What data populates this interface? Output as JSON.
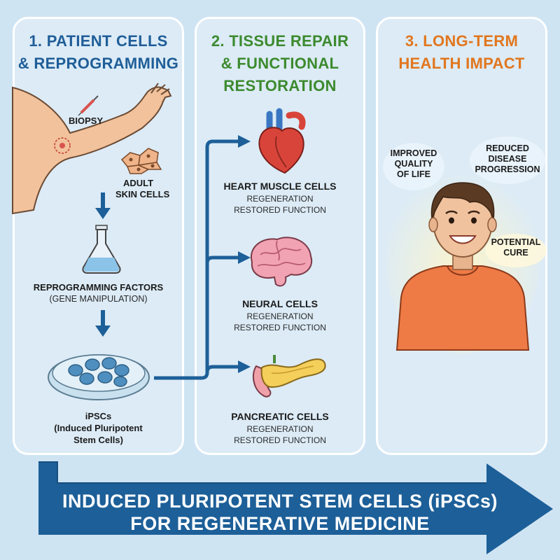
{
  "panel1": {
    "title_line1": "1. PATIENT CELLS",
    "title_line2": "& REPROGRAMMING",
    "biopsy": "BIOPSY",
    "skin_line1": "ADULT",
    "skin_line2": "SKIN CELLS",
    "factors": "REPROGRAMMING FACTORS",
    "factors_sub": "(GENE MANIPULATION)",
    "ipsc_line1": "iPSCs",
    "ipsc_line2": "(Induced Pluripotent",
    "ipsc_line3": "Stem Cells)"
  },
  "panel2": {
    "title_line1": "2. TISSUE REPAIR",
    "title_line2": "& FUNCTIONAL",
    "title_line3": "RESTORATION",
    "outcomes": [
      {
        "name": "HEART MUSCLE CELLS",
        "line1": "REGENERATION",
        "line2": "RESTORED FUNCTION"
      },
      {
        "name": "NEURAL CELLS",
        "line1": "REGENERATION",
        "line2": "RESTORED FUNCTION"
      },
      {
        "name": "PANCREATIC CELLS",
        "line1": "REGENERATION",
        "line2": "RESTORED FUNCTION"
      }
    ]
  },
  "panel3": {
    "title_line1": "3. LONG-TERM",
    "title_line2": "HEALTH IMPACT",
    "benefit1": [
      "IMPROVED",
      "QUALITY",
      "OF LIFE"
    ],
    "benefit2": [
      "REDUCED",
      "DISEASE",
      "PROGRESSION"
    ],
    "benefit3": [
      "POTENTIAL",
      "CURE"
    ]
  },
  "footer": {
    "line1": "INDUCED PLURIPOTENT STEM CELLS (iPSCs)",
    "line2": "FOR REGENERATIVE MEDICINE"
  },
  "colors": {
    "blue": "#1f5e98",
    "green": "#3c8a2e",
    "orange": "#e2761e",
    "arrow": "#1d5f98"
  }
}
